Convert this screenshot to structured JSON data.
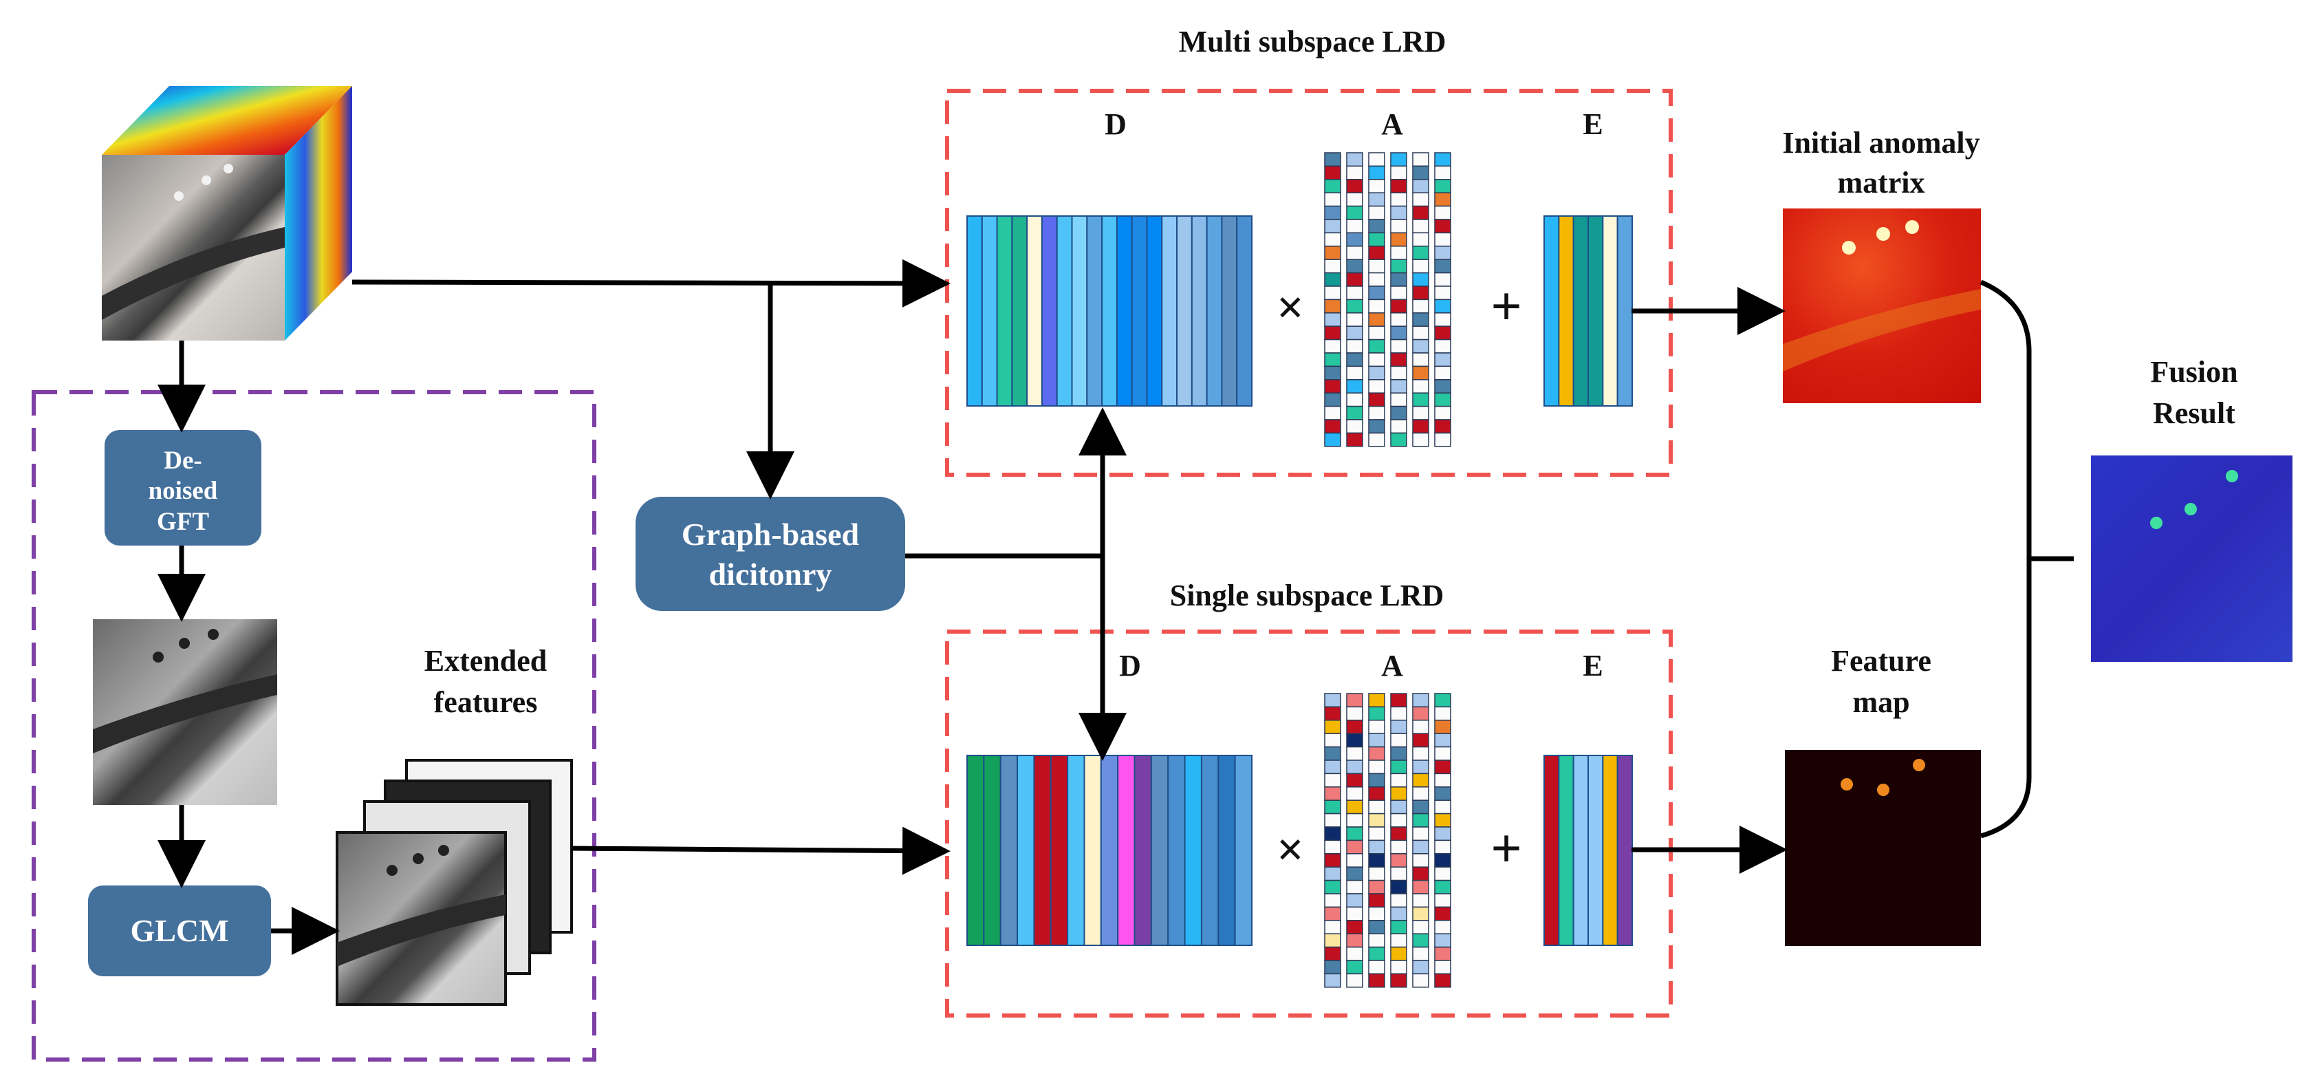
{
  "titles": {
    "multi": "Multi subspace LRD",
    "single": "Single subspace LRD"
  },
  "matrix_labels": {
    "multi_d": "D",
    "multi_a": "A",
    "multi_e": "E",
    "single_d": "D",
    "single_a": "A",
    "single_e": "E"
  },
  "operators": {
    "times": "×",
    "plus": "+"
  },
  "nodes": {
    "denoised_gft": [
      "De-",
      "noised",
      "GFT"
    ],
    "glcm": "GLCM",
    "graph_dictionary": [
      "Graph-based",
      "dicitonry"
    ]
  },
  "outputs": {
    "extended_features": [
      "Extended",
      "features"
    ],
    "initial_anomaly": [
      "Initial anomaly",
      "matrix"
    ],
    "feature_map": [
      "Feature",
      "map"
    ],
    "fusion_result": [
      "Fusion",
      "Result"
    ]
  },
  "colors": {
    "node_fill": "#44709c",
    "red_dash": "#ef5350",
    "purple_dash": "#7e3fa6",
    "arrow": "#000000"
  },
  "matrices": {
    "multi_d": [
      "#29b6f6",
      "#4fc3f7",
      "#26c6a1",
      "#1fb38f",
      "#fff8d8",
      "#5c6bef",
      "#4fc3f7",
      "#81d4fa",
      "#5ba4e0",
      "#4fc3f7",
      "#0288f5",
      "#1e88e5",
      "#0288f5",
      "#90caf9",
      "#9ec7ee",
      "#8bbbe8",
      "#5ba4e0",
      "#5c8fc2",
      "#4a90d0"
    ],
    "multi_e": [
      "#29b6f6",
      "#f5b800",
      "#139a94",
      "#139a94",
      "#fff8d8",
      "#5ba4e0"
    ],
    "single_d": [
      "#13a05a",
      "#13a05a",
      "#5c8fc2",
      "#4fc3f7",
      "#c01020",
      "#c01020",
      "#4fc3f7",
      "#fff3cc",
      "#6a8fe0",
      "#ff55ee",
      "#7a3fa6",
      "#5c8fc2",
      "#4a90d0",
      "#29b6f6",
      "#4a90d0",
      "#2a78c0",
      "#5ba4e0"
    ],
    "single_e": [
      "#c01020",
      "#26c6a1",
      "#90caf9",
      "#90caf9",
      "#f5b800",
      "#7a3fa6"
    ],
    "multi_a": [
      [
        "#4a7fa6",
        "#c01020",
        "#26c6a1",
        "#fbfbfb",
        "#5c8fc2",
        "#a9c8ec",
        "#fbfbfb",
        "#e97b2b",
        "#fbfbfb",
        "#139a94",
        "#fbfbfb",
        "#e97b2b",
        "#a9c8ec",
        "#c01020",
        "#fbfbfb",
        "#26c6a1",
        "#4a7fa6",
        "#c01020",
        "#4a7fa6",
        "#fbfbfb",
        "#c01020",
        "#29b6f6"
      ],
      [
        "#a9c8ec",
        "#fbfbfb",
        "#c01020",
        "#fbfbfb",
        "#26c6a1",
        "#fbfbfb",
        "#5c8fc2",
        "#fbfbfb",
        "#4a7fa6",
        "#c01020",
        "#fbfbfb",
        "#26c6a1",
        "#fbfbfb",
        "#a9c8ec",
        "#fbfbfb",
        "#4a7fa6",
        "#fbfbfb",
        "#29b6f6",
        "#fbfbfb",
        "#26c6a1",
        "#fbfbfb",
        "#c01020"
      ],
      [
        "#fbfbfb",
        "#29b6f6",
        "#fbfbfb",
        "#a9c8ec",
        "#fbfbfb",
        "#4a7fa6",
        "#26c6a1",
        "#c01020",
        "#fbfbfb",
        "#fbfbfb",
        "#5c8fc2",
        "#fbfbfb",
        "#e97b2b",
        "#fbfbfb",
        "#26c6a1",
        "#fbfbfb",
        "#a9c8ec",
        "#fbfbfb",
        "#c01020",
        "#fbfbfb",
        "#4a7fa6",
        "#fbfbfb"
      ],
      [
        "#29b6f6",
        "#fbfbfb",
        "#c01020",
        "#fbfbfb",
        "#a9c8ec",
        "#fbfbfb",
        "#e97b2b",
        "#fbfbfb",
        "#26c6a1",
        "#4a7fa6",
        "#fbfbfb",
        "#c01020",
        "#fbfbfb",
        "#5c8fc2",
        "#fbfbfb",
        "#c01020",
        "#fbfbfb",
        "#a9c8ec",
        "#fbfbfb",
        "#4a7fa6",
        "#fbfbfb",
        "#26c6a1"
      ],
      [
        "#fbfbfb",
        "#4a7fa6",
        "#a9c8ec",
        "#fbfbfb",
        "#c01020",
        "#fbfbfb",
        "#fbfbfb",
        "#26c6a1",
        "#fbfbfb",
        "#29b6f6",
        "#c01020",
        "#fbfbfb",
        "#4a7fa6",
        "#fbfbfb",
        "#a9c8ec",
        "#fbfbfb",
        "#e97b2b",
        "#fbfbfb",
        "#26c6a1",
        "#fbfbfb",
        "#c01020",
        "#fbfbfb"
      ],
      [
        "#29b6f6",
        "#fbfbfb",
        "#26c6a1",
        "#e97b2b",
        "#fbfbfb",
        "#c01020",
        "#fbfbfb",
        "#a9c8ec",
        "#4a7fa6",
        "#fbfbfb",
        "#fbfbfb",
        "#29b6f6",
        "#fbfbfb",
        "#c01020",
        "#fbfbfb",
        "#a9c8ec",
        "#fbfbfb",
        "#4a7fa6",
        "#26c6a1",
        "#fbfbfb",
        "#c01020",
        "#fbfbfb"
      ]
    ],
    "single_a": [
      [
        "#a9c8ec",
        "#c01020",
        "#f5b800",
        "#fbfbfb",
        "#4a7fa6",
        "#a9c8ec",
        "#fbfbfb",
        "#f07a7a",
        "#26c6a1",
        "#fbfbfb",
        "#0d2a6a",
        "#fbfbfb",
        "#c01020",
        "#a9c8ec",
        "#26c6a1",
        "#fbfbfb",
        "#f07a7a",
        "#fbfbfb",
        "#fbe7a0",
        "#c01020",
        "#4a7fa6",
        "#a9c8ec"
      ],
      [
        "#f07a7a",
        "#fbfbfb",
        "#c01020",
        "#0d2a6a",
        "#fbfbfb",
        "#a9c8ec",
        "#c01020",
        "#fbfbfb",
        "#f5b800",
        "#fbfbfb",
        "#26c6a1",
        "#f07a7a",
        "#fbfbfb",
        "#4a7fa6",
        "#fbfbfb",
        "#a9c8ec",
        "#fbfbfb",
        "#c01020",
        "#f07a7a",
        "#fbfbfb",
        "#26c6a1",
        "#fbfbfb"
      ],
      [
        "#f5b800",
        "#26c6a1",
        "#fbfbfb",
        "#a9c8ec",
        "#f07a7a",
        "#fbfbfb",
        "#4a7fa6",
        "#c01020",
        "#fbfbfb",
        "#fbe7a0",
        "#fbfbfb",
        "#a9c8ec",
        "#0d2a6a",
        "#fbfbfb",
        "#f07a7a",
        "#c01020",
        "#fbfbfb",
        "#4a7fa6",
        "#fbfbfb",
        "#26c6a1",
        "#fbfbfb",
        "#c01020"
      ],
      [
        "#c01020",
        "#fbfbfb",
        "#a9c8ec",
        "#fbfbfb",
        "#4a7fa6",
        "#26c6a1",
        "#fbfbfb",
        "#f5b800",
        "#a9c8ec",
        "#fbfbfb",
        "#c01020",
        "#fbfbfb",
        "#f07a7a",
        "#fbfbfb",
        "#0d2a6a",
        "#fbfbfb",
        "#a9c8ec",
        "#26c6a1",
        "#fbfbfb",
        "#f5b800",
        "#fbfbfb",
        "#c01020"
      ],
      [
        "#a9c8ec",
        "#f07a7a",
        "#fbfbfb",
        "#c01020",
        "#fbfbfb",
        "#a9c8ec",
        "#f5b800",
        "#fbfbfb",
        "#4a7fa6",
        "#26c6a1",
        "#fbfbfb",
        "#a9c8ec",
        "#fbfbfb",
        "#c01020",
        "#f07a7a",
        "#fbfbfb",
        "#fbe7a0",
        "#fbfbfb",
        "#26c6a1",
        "#fbfbfb",
        "#a9c8ec",
        "#fbfbfb"
      ],
      [
        "#26c6a1",
        "#fbfbfb",
        "#e97b2b",
        "#a9c8ec",
        "#fbfbfb",
        "#c01020",
        "#fbfbfb",
        "#4a7fa6",
        "#fbfbfb",
        "#f5b800",
        "#a9c8ec",
        "#fbfbfb",
        "#0d2a6a",
        "#fbfbfb",
        "#26c6a1",
        "#fbfbfb",
        "#c01020",
        "#fbfbfb",
        "#a9c8ec",
        "#f07a7a",
        "#fbfbfb",
        "#c01020"
      ]
    ]
  }
}
